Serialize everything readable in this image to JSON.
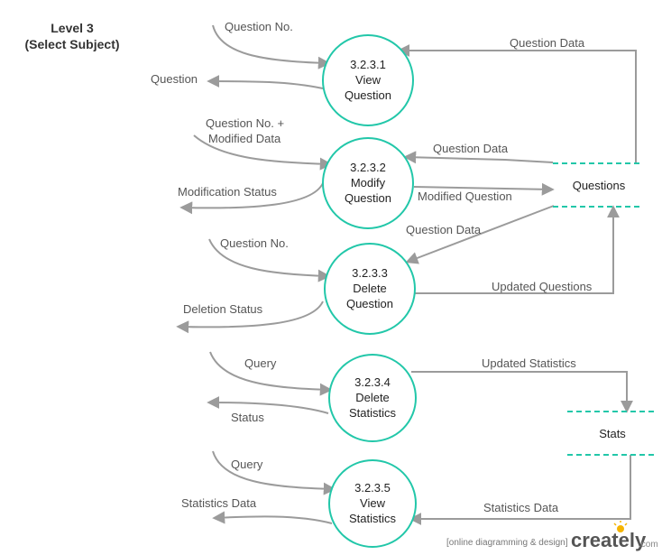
{
  "title": {
    "line1": "Level 3",
    "line2": "(Select Subject)"
  },
  "processes": [
    {
      "id": "3.2.3.1",
      "line1": "View",
      "line2": "Question"
    },
    {
      "id": "3.2.3.2",
      "line1": "Modify",
      "line2": "Question"
    },
    {
      "id": "3.2.3.3",
      "line1": "Delete",
      "line2": "Question"
    },
    {
      "id": "3.2.3.4",
      "line1": "Delete",
      "line2": "Statistics"
    },
    {
      "id": "3.2.3.5",
      "line1": "View",
      "line2": "Statistics"
    }
  ],
  "stores": {
    "questions": "Questions",
    "stats": "Stats"
  },
  "flows": {
    "p1_in": "Question No.",
    "p1_out": "Question",
    "p1_store_in": "Question Data",
    "p2_in_line1": "Question No. +",
    "p2_in_line2": "Modified Data",
    "p2_out": "Modification Status",
    "p2_store_in": "Question Data",
    "p2_store_out": "Modified Question",
    "p3_store_in": "Question Data",
    "p3_in": "Question No.",
    "p3_out": "Deletion Status",
    "p3_store_out": "Updated Questions",
    "p4_in": "Query",
    "p4_out": "Status",
    "p4_store_out": "Updated Statistics",
    "p5_in": "Query",
    "p5_out": "Statistics Data",
    "p5_store_in": "Statistics Data"
  },
  "footer": {
    "tagline": "[online diagramming & design]",
    "brand": "creately",
    "brand_suffix": ".com"
  },
  "colors": {
    "accent": "#22c7a9",
    "line": "#9b9b9b",
    "text": "#555555"
  }
}
